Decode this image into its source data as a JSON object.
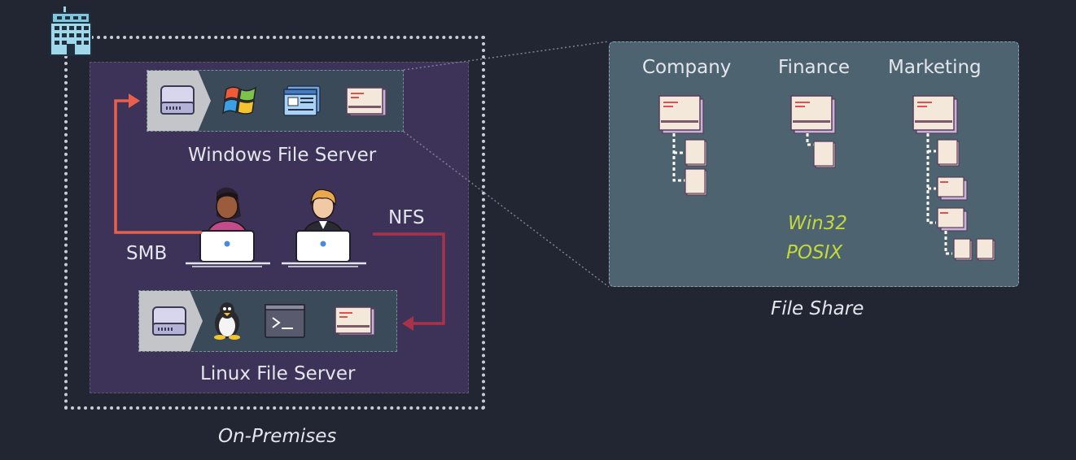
{
  "onprem": {
    "title": "On-Premises"
  },
  "windows_server": {
    "label": "Windows File Server"
  },
  "linux_server": {
    "label": "Linux File Server"
  },
  "protocols": {
    "smb": "SMB",
    "nfs": "NFS"
  },
  "file_share": {
    "title": "File Share",
    "columns": [
      "Company",
      "Finance",
      "Marketing"
    ],
    "access": [
      "Win32",
      "POSIX"
    ]
  },
  "colors": {
    "background": "#222633",
    "onprem_panel": "#3d3358",
    "file_share_panel": "#4d6470",
    "smb_arrow": "#e8604c",
    "nfs_arrow": "#a8324c",
    "accent_text": "#c3d83a"
  },
  "icons": [
    "office-building-icon",
    "hard-drive-icon",
    "windows-logo-icon",
    "browser-window-icon",
    "folder-icon",
    "linux-penguin-icon",
    "terminal-icon",
    "user-laptop-icon",
    "file-icon"
  ]
}
